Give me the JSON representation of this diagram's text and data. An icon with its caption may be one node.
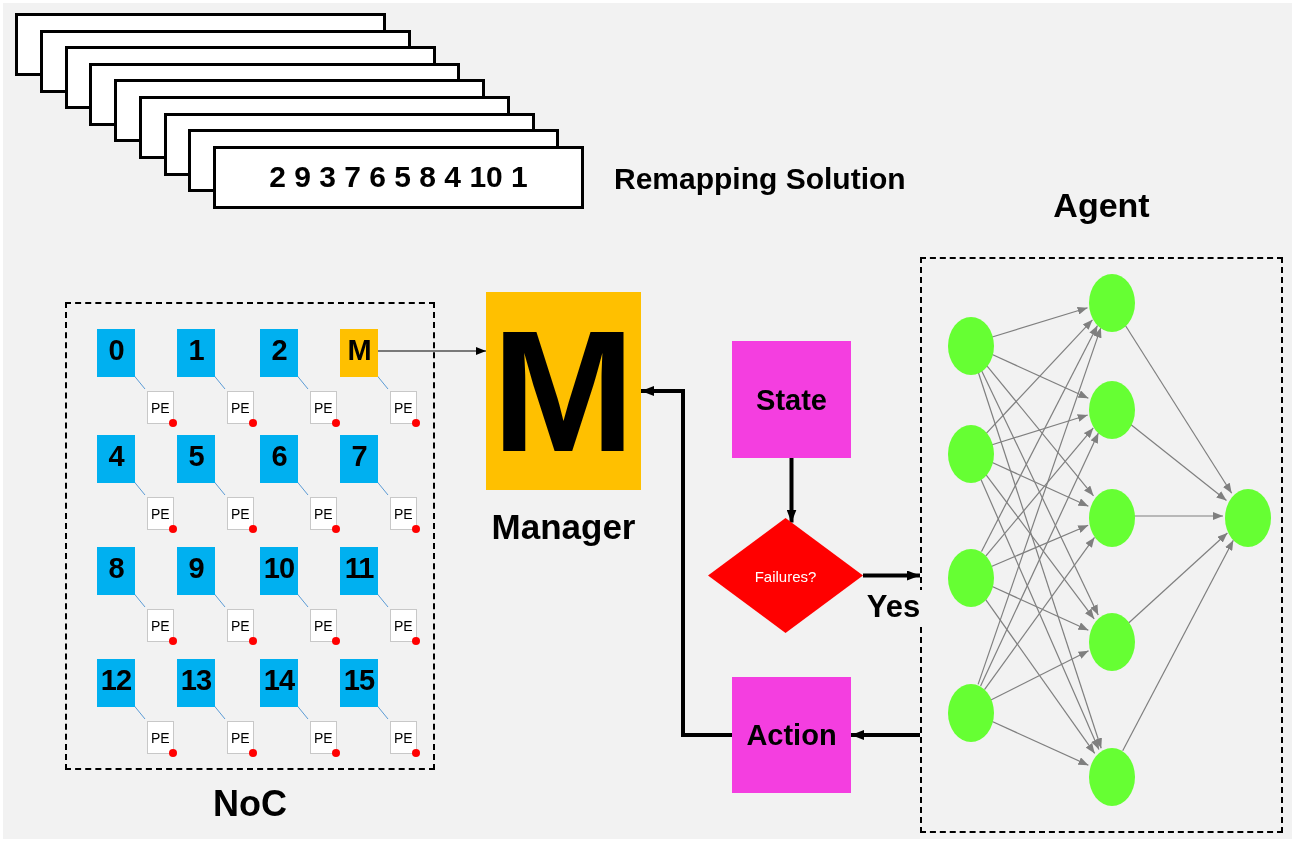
{
  "diagram": {
    "nodes": [
      {
        "text": [],
        "shape": "box"
      },
      {
        "text": [],
        "shape": "box"
      },
      {
        "text": [],
        "shape": "box"
      },
      {
        "text": [],
        "shape": "box"
      },
      {
        "text": [],
        "shape": "box"
      },
      {
        "text": [],
        "shape": "box"
      },
      {
        "text": [],
        "shape": "box"
      },
      {
        "text": [],
        "shape": "box"
      },
      {
        "text": [
          "2 9 3 7 6 5 8 4 10 1"
        ],
        "beside": [
          "Remapping Solution"
        ]
      },
      {
        "text": [
          "NoC"
        ]
      },
      {
        "text": [
          "0"
        ],
        "in": 9
      },
      {
        "text": [
          "PE"
        ],
        "in": 9
      },
      {
        "text": [
          "1"
        ],
        "in": 9
      },
      {
        "text": [
          "PE"
        ],
        "in": 9
      },
      {
        "text": [
          "2"
        ],
        "in": 9
      },
      {
        "text": [
          "PE"
        ],
        "in": 9
      },
      {
        "text": [
          "M"
        ],
        "in": 9
      },
      {
        "text": [
          "PE"
        ],
        "in": 9
      },
      {
        "text": [
          "4"
        ],
        "in": 9
      },
      {
        "text": [
          "PE"
        ],
        "in": 9
      },
      {
        "text": [
          "5"
        ],
        "in": 9
      },
      {
        "text": [
          "PE"
        ],
        "in": 9
      },
      {
        "text": [
          "6"
        ],
        "in": 9
      },
      {
        "text": [
          "PE"
        ],
        "in": 9
      },
      {
        "text": [
          "7"
        ],
        "in": 9
      },
      {
        "text": [
          "PE"
        ],
        "in": 9
      },
      {
        "text": [
          "8"
        ],
        "in": 9
      },
      {
        "text": [
          "PE"
        ],
        "in": 9
      },
      {
        "text": [
          "9"
        ],
        "in": 9
      },
      {
        "text": [
          "PE"
        ],
        "in": 9
      },
      {
        "text": [
          "10"
        ],
        "in": 9
      },
      {
        "text": [
          "PE"
        ],
        "in": 9
      },
      {
        "text": [
          "11"
        ],
        "in": 9
      },
      {
        "text": [
          "PE"
        ],
        "in": 9
      },
      {
        "text": [
          "12"
        ],
        "in": 9
      },
      {
        "text": [
          "PE"
        ],
        "in": 9
      },
      {
        "text": [
          "13"
        ],
        "in": 9
      },
      {
        "text": [
          "PE"
        ],
        "in": 9
      },
      {
        "text": [
          "14"
        ],
        "in": 9
      },
      {
        "text": [
          "PE"
        ],
        "in": 9
      },
      {
        "text": [
          "15"
        ],
        "in": 9
      },
      {
        "text": [
          "PE"
        ],
        "in": 9
      },
      {
        "text": [
          "M",
          "Manager"
        ]
      },
      {
        "text": [
          "State"
        ]
      },
      {
        "text": [
          "Failures?"
        ]
      },
      {
        "text": [
          "Action"
        ]
      },
      {
        "text": [
          "Agent"
        ]
      },
      {
        "text": [],
        "shape": "circle",
        "in": 46
      },
      {
        "text": [],
        "shape": "circle",
        "in": 46
      },
      {
        "text": [],
        "shape": "circle",
        "in": 46
      },
      {
        "text": [],
        "shape": "circle",
        "in": 46
      },
      {
        "text": [],
        "shape": "circle",
        "in": 46
      },
      {
        "text": [],
        "shape": "circle",
        "in": 46
      },
      {
        "text": [],
        "shape": "circle",
        "in": 46
      },
      {
        "text": [],
        "shape": "circle",
        "in": 46
      },
      {
        "text": [],
        "shape": "circle",
        "in": 46
      },
      {
        "text": [],
        "shape": "circle",
        "in": 46
      }
    ],
    "edges": [
      {
        "from": 10,
        "to": 11,
        "arrow": "none",
        "color": "#5b9bd5"
      },
      {
        "from": 12,
        "to": 13,
        "arrow": "none",
        "color": "#5b9bd5"
      },
      {
        "from": 14,
        "to": 15,
        "arrow": "none",
        "color": "#5b9bd5"
      },
      {
        "from": 16,
        "to": 17,
        "arrow": "none",
        "color": "#5b9bd5"
      },
      {
        "from": 18,
        "to": 19,
        "arrow": "none",
        "color": "#5b9bd5"
      },
      {
        "from": 20,
        "to": 21,
        "arrow": "none",
        "color": "#5b9bd5"
      },
      {
        "from": 22,
        "to": 23,
        "arrow": "none",
        "color": "#5b9bd5"
      },
      {
        "from": 24,
        "to": 25,
        "arrow": "none",
        "color": "#5b9bd5"
      },
      {
        "from": 26,
        "to": 27,
        "arrow": "none",
        "color": "#5b9bd5"
      },
      {
        "from": 28,
        "to": 29,
        "arrow": "none",
        "color": "#5b9bd5"
      },
      {
        "from": 30,
        "to": 31,
        "arrow": "none",
        "color": "#5b9bd5"
      },
      {
        "from": 32,
        "to": 33,
        "arrow": "none",
        "color": "#5b9bd5"
      },
      {
        "from": 34,
        "to": 35,
        "arrow": "none",
        "color": "#5b9bd5"
      },
      {
        "from": 36,
        "to": 37,
        "arrow": "none",
        "color": "#5b9bd5"
      },
      {
        "from": 38,
        "to": 39,
        "arrow": "none",
        "color": "#5b9bd5"
      },
      {
        "from": 40,
        "to": 41,
        "arrow": "none",
        "color": "#5b9bd5"
      },
      {
        "from": 16,
        "to": 42,
        "arrow": "to",
        "color": "#000000"
      },
      {
        "from": 43,
        "to": 44,
        "arrow": "to",
        "style": "thick",
        "color": "#000000"
      },
      {
        "from": 44,
        "to": 46,
        "arrow": "to",
        "label": "Yes",
        "style": "thick",
        "color": "#000000"
      },
      {
        "from": 46,
        "to": 45,
        "arrow": "to",
        "style": "thick",
        "color": "#000000"
      },
      {
        "from": 45,
        "to": 42,
        "arrow": "to",
        "style": "thick",
        "color": "#000000"
      },
      {
        "from": 47,
        "to": 51,
        "arrow": "to"
      },
      {
        "from": 47,
        "to": 52,
        "arrow": "to"
      },
      {
        "from": 47,
        "to": 53,
        "arrow": "to"
      },
      {
        "from": 47,
        "to": 54,
        "arrow": "to"
      },
      {
        "from": 47,
        "to": 55,
        "arrow": "to"
      },
      {
        "from": 48,
        "to": 51,
        "arrow": "to"
      },
      {
        "from": 48,
        "to": 52,
        "arrow": "to"
      },
      {
        "from": 48,
        "to": 53,
        "arrow": "to"
      },
      {
        "from": 48,
        "to": 54,
        "arrow": "to"
      },
      {
        "from": 48,
        "to": 55,
        "arrow": "to"
      },
      {
        "from": 49,
        "to": 51,
        "arrow": "to"
      },
      {
        "from": 49,
        "to": 52,
        "arrow": "to"
      },
      {
        "from": 49,
        "to": 53,
        "arrow": "to"
      },
      {
        "from": 49,
        "to": 54,
        "arrow": "to"
      },
      {
        "from": 49,
        "to": 55,
        "arrow": "to"
      },
      {
        "from": 50,
        "to": 51,
        "arrow": "to"
      },
      {
        "from": 50,
        "to": 52,
        "arrow": "to"
      },
      {
        "from": 50,
        "to": 53,
        "arrow": "to"
      },
      {
        "from": 50,
        "to": 54,
        "arrow": "to"
      },
      {
        "from": 50,
        "to": 55,
        "arrow": "to"
      },
      {
        "from": 51,
        "to": 56,
        "arrow": "to"
      },
      {
        "from": 52,
        "to": 56,
        "arrow": "to"
      },
      {
        "from": 53,
        "to": 56,
        "arrow": "to"
      },
      {
        "from": 54,
        "to": 56,
        "arrow": "to"
      },
      {
        "from": 55,
        "to": 56,
        "arrow": "to"
      }
    ]
  }
}
